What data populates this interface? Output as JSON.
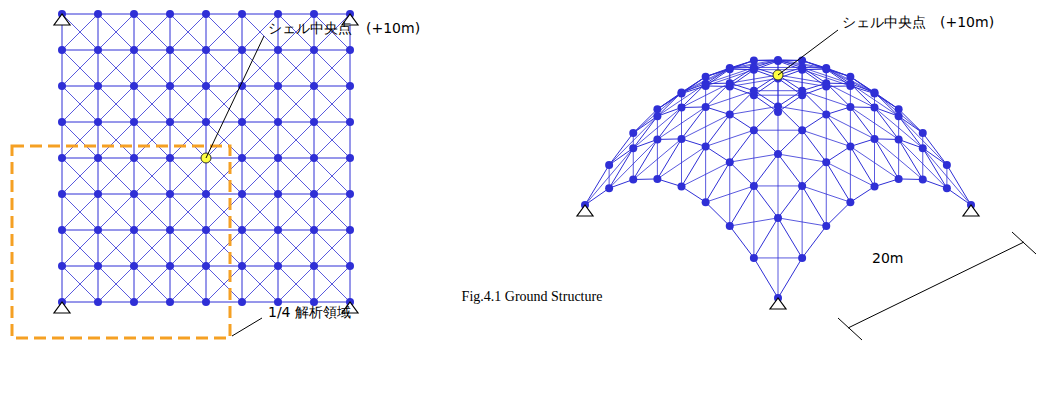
{
  "diagram": {
    "caption": "Fig.4.1 Ground Structure",
    "labels": [
      "シェル中央点　(+10m)",
      "シェル中央点　(+10m)",
      "1/4 解析領域",
      "20m"
    ]
  }
}
